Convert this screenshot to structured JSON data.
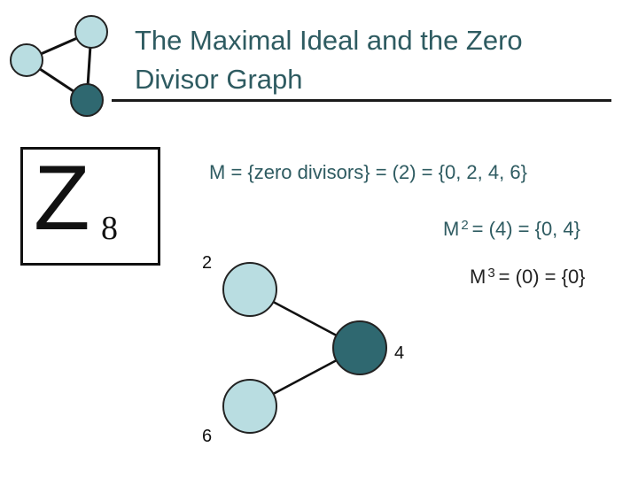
{
  "slide": {
    "title_line1": "The Maximal Ideal and the Zero",
    "title_line2": "Divisor Graph",
    "ring": {
      "letter": "Z",
      "subscript": "8"
    },
    "statements": {
      "m1": "M = {zero divisors} = (2) = {0, 2, 4, 6}",
      "m2_base": "M",
      "m2_exp": "2",
      "m2_rest": "= (4) = {0, 4}",
      "m3_base": "M",
      "m3_exp": "3",
      "m3_rest": "= (0) = {0}"
    },
    "graph": {
      "nodes": [
        {
          "label": "2",
          "fill": "#b9dde1"
        },
        {
          "label": "4",
          "fill": "#2f6870"
        },
        {
          "label": "6",
          "fill": "#b9dde1"
        }
      ],
      "edges": [
        [
          "2",
          "4"
        ],
        [
          "4",
          "6"
        ]
      ]
    },
    "colors": {
      "title": "#2e5b61",
      "light_node": "#b9dde1",
      "dark_node": "#2f6870",
      "node_stroke": "#222222"
    }
  }
}
